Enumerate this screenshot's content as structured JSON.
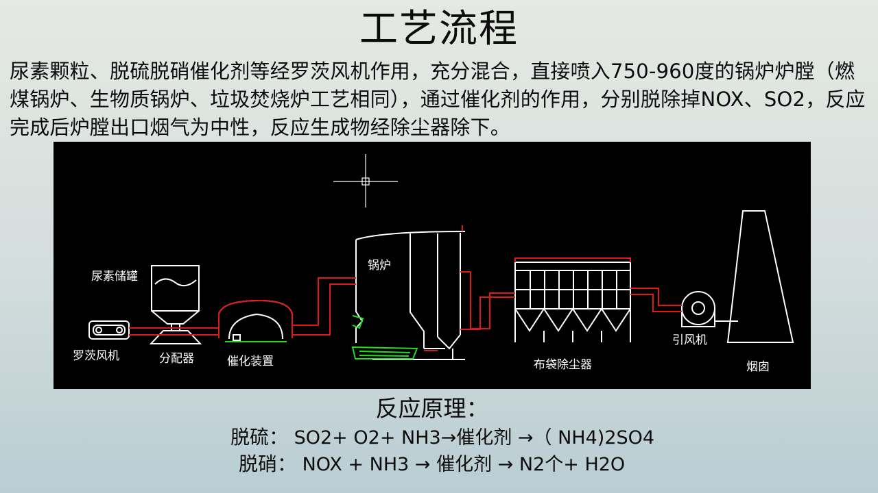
{
  "slide": {
    "title": "工艺流程",
    "intro": "尿素颗粒、脱硫脱硝催化剂等经罗茨风机作用，充分混合，直接喷入750-960度的锅炉炉膛（燃煤锅炉、生物质锅炉、垃圾焚烧炉工艺相同），通过催化剂的作用，分别脱除掉NOX、SO2，反应完成后炉膛出口烟气为中性，反应生成物经除尘器除下。"
  },
  "diagram": {
    "labels": {
      "urea_tank": "尿素储罐",
      "roots_blower": "罗茨风机",
      "distributor": "分配器",
      "catalytic_device": "催化装置",
      "boiler": "锅炉",
      "bag_filter": "布袋除尘器",
      "id_fan": "引风机",
      "chimney": "烟囱"
    },
    "colors": {
      "background": "#000000",
      "equipment_line": "#ffffff",
      "pipe": "#e01818",
      "burner": "#22dd22"
    }
  },
  "principle": {
    "title": "反应原理：",
    "desulfurization": {
      "label": "脱硫：",
      "formula": "SO2+ O2+ NH3→催化剂 →（ NH4)2SO4"
    },
    "denitrification": {
      "label": "脱硝：",
      "formula": "NOX + NH3 → 催化剂 → N2个+ H2O"
    }
  }
}
